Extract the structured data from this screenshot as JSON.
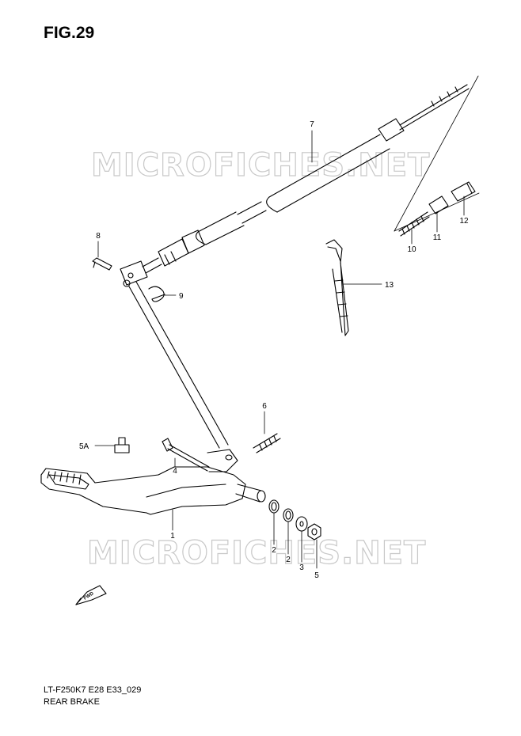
{
  "figure": {
    "title": "FIG.29"
  },
  "watermark": {
    "text": "MICROFICHES.NET"
  },
  "footer": {
    "code": "LT-F250K7 E28 E33_029",
    "name": "REAR BRAKE"
  },
  "fwd_badge": {
    "label": "FWD"
  },
  "parts": [
    {
      "id": "1",
      "label": "1"
    },
    {
      "id": "2a",
      "label": "2"
    },
    {
      "id": "2b",
      "label": "2"
    },
    {
      "id": "3",
      "label": "3"
    },
    {
      "id": "4",
      "label": "4"
    },
    {
      "id": "5",
      "label": "5"
    },
    {
      "id": "5A",
      "label": "5A"
    },
    {
      "id": "6",
      "label": "6"
    },
    {
      "id": "7",
      "label": "7"
    },
    {
      "id": "8",
      "label": "8"
    },
    {
      "id": "9",
      "label": "9"
    },
    {
      "id": "10",
      "label": "10"
    },
    {
      "id": "11",
      "label": "11"
    },
    {
      "id": "12",
      "label": "12"
    },
    {
      "id": "13",
      "label": "13"
    }
  ],
  "colors": {
    "line": "#000000",
    "watermark": "#c8c8c8",
    "background": "#ffffff"
  }
}
